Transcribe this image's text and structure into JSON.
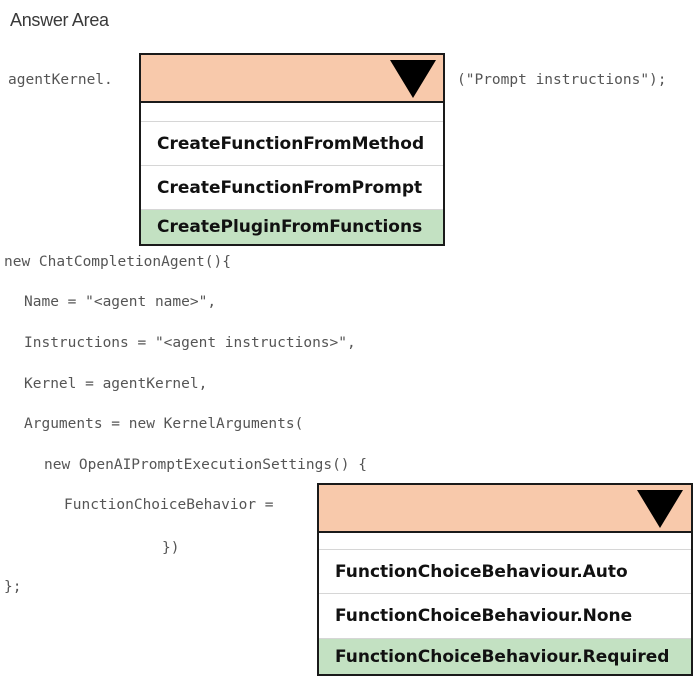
{
  "title": "Answer Area",
  "code": {
    "prefix": "agentKernel.",
    "suffix": "(\"Prompt instructions\");",
    "line_new_agent": "new ChatCompletionAgent(){",
    "line_name": "Name = \"<agent name>\",",
    "line_instructions": "Instructions = \"<agent instructions>\",",
    "line_kernel": "Kernel = agentKernel,",
    "line_arguments": "Arguments = new KernelArguments(",
    "line_settings": "new OpenAIPromptExecutionSettings() {",
    "line_behavior": "FunctionChoiceBehavior =",
    "line_close_paren": "})",
    "line_close": "};"
  },
  "dropdown1": {
    "selected": "",
    "options": [
      "CreateFunctionFromMethod",
      "CreateFunctionFromPrompt",
      "CreatePluginFromFunctions"
    ],
    "highlighted": "CreatePluginFromFunctions"
  },
  "dropdown2": {
    "selected": "",
    "options": [
      "FunctionChoiceBehaviour.Auto",
      "FunctionChoiceBehaviour.None",
      "FunctionChoiceBehaviour.Required"
    ],
    "highlighted": "FunctionChoiceBehaviour.Required"
  },
  "colors": {
    "header": "#f8c9ab",
    "highlight": "#c3e1c2",
    "border": "#1a1a1a"
  }
}
